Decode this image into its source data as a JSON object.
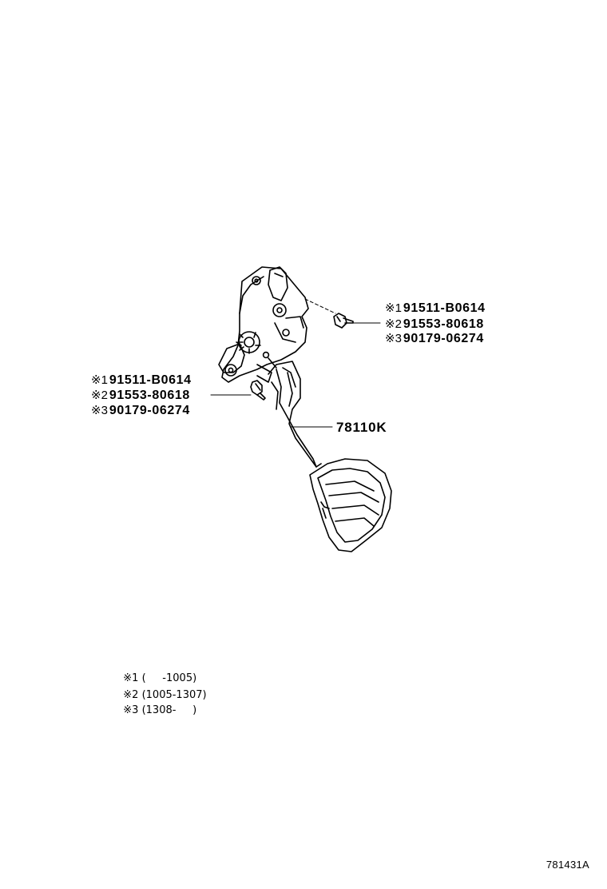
{
  "callouts": {
    "right_group": [
      {
        "marker": "※1",
        "part_no": "91511-B0614"
      },
      {
        "marker": "※2",
        "part_no": "91553-80618"
      },
      {
        "marker": "※3",
        "part_no": "90179-06274"
      }
    ],
    "left_group": [
      {
        "marker": "※1",
        "part_no": "91511-B0614"
      },
      {
        "marker": "※2",
        "part_no": "91553-80618"
      },
      {
        "marker": "※3",
        "part_no": "90179-06274"
      }
    ],
    "pedal_assembly": "78110K"
  },
  "legend": [
    {
      "marker": "※1",
      "range": "(     -1005)"
    },
    {
      "marker": "※2",
      "range": "(1005-1307)"
    },
    {
      "marker": "※3",
      "range": "(1308-     )"
    }
  ],
  "figure_code": "781431A"
}
